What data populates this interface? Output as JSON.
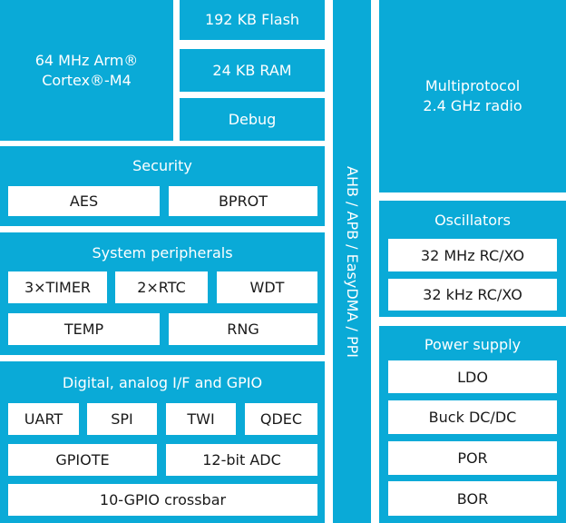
{
  "cpu": {
    "line1": "64 MHz Arm®",
    "line2": "Cortex®-M4"
  },
  "memory": {
    "flash": "192 KB Flash",
    "ram": "24 KB RAM",
    "debug": "Debug"
  },
  "security": {
    "title": "Security",
    "items": [
      "AES",
      "BPROT"
    ]
  },
  "system_peripherals": {
    "title": "System peripherals",
    "row1": [
      "3×TIMER",
      "2×RTC",
      "WDT"
    ],
    "row2": [
      "TEMP",
      "RNG"
    ]
  },
  "digital": {
    "title": "Digital, analog I/F and GPIO",
    "row1": [
      "UART",
      "SPI",
      "TWI",
      "QDEC"
    ],
    "row2": [
      "GPIOTE",
      "12-bit ADC"
    ],
    "row3": "10-GPIO crossbar"
  },
  "bus": {
    "label": "AHB / APB / EasyDMA / PPI"
  },
  "radio": {
    "line1": "Multiprotocol",
    "line2": "2.4 GHz radio"
  },
  "oscillators": {
    "title": "Oscillators",
    "items": [
      "32 MHz RC/XO",
      "32 kHz RC/XO"
    ]
  },
  "power": {
    "title": "Power supply",
    "items": [
      "LDO",
      "Buck DC/DC",
      "POR",
      "BOR"
    ]
  },
  "colors": {
    "block": "#0aaad7",
    "cell": "#ffffff",
    "cell_text": "#1a1a1a"
  }
}
